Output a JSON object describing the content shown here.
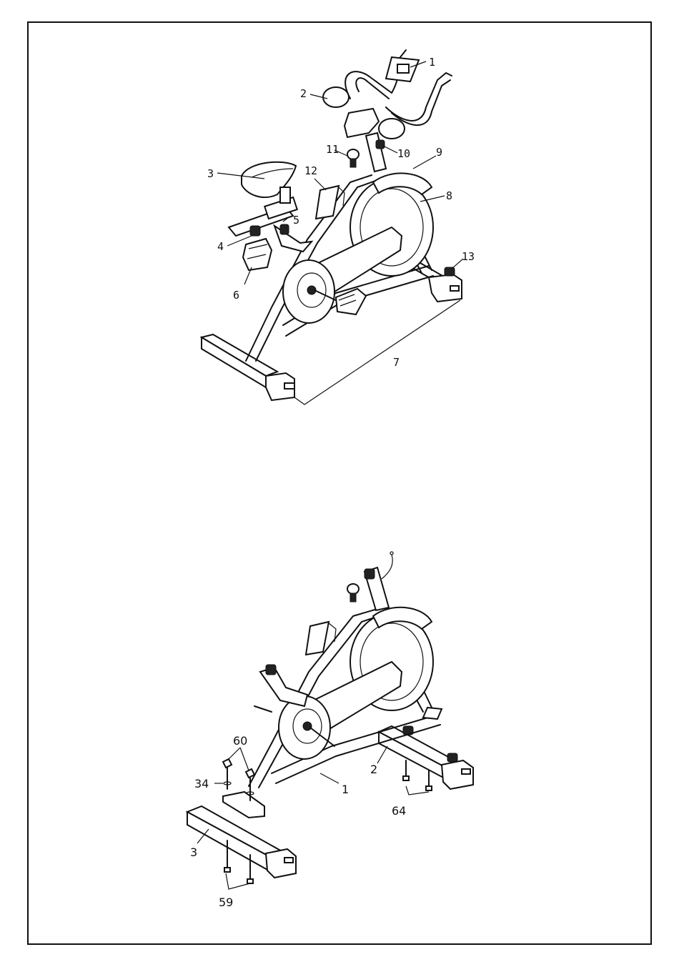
{
  "diagram_top": {
    "callouts": [
      "1",
      "2",
      "3",
      "4",
      "5",
      "6",
      "7",
      "8",
      "9",
      "10",
      "11",
      "12",
      "13"
    ]
  },
  "diagram_bottom": {
    "callouts": [
      "60",
      "34",
      "1",
      "2",
      "64",
      "3",
      "59"
    ]
  }
}
